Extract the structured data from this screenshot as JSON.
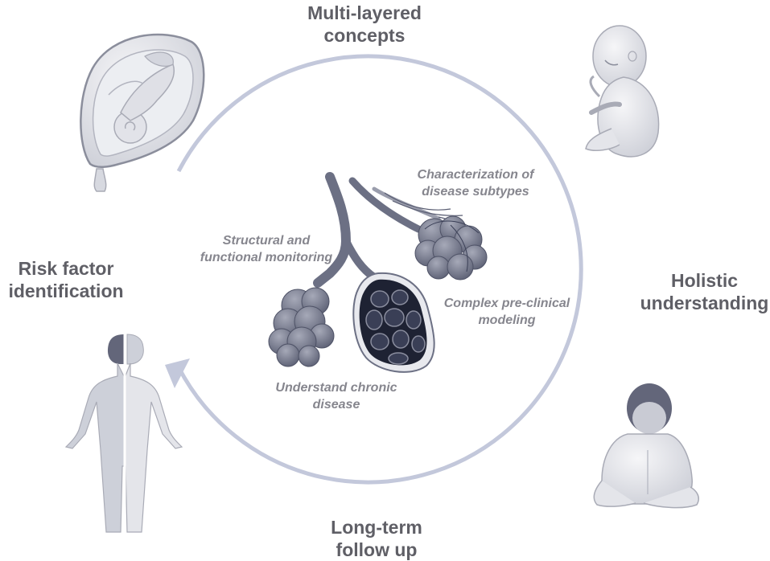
{
  "stages": {
    "top": [
      "Multi-layered",
      "concepts"
    ],
    "right": [
      "Holistic",
      "understanding"
    ],
    "bottom": [
      "Long-term",
      "follow up"
    ],
    "left": [
      "Risk factor",
      "identification"
    ]
  },
  "lung_labels": {
    "subtypes": [
      "Characterization of",
      "disease subtypes"
    ],
    "monitoring": [
      "Structural and",
      "functional monitoring"
    ],
    "modeling": [
      "Complex pre-clinical",
      "modeling"
    ],
    "chronic": [
      "Understand chronic",
      "disease"
    ]
  },
  "colors": {
    "cycle_arrow": "#c3c8db",
    "label_dark": "#5f5f66",
    "label_italic": "#86868e",
    "figure_fill": "#e4e5ea",
    "figure_stroke": "#a9abb6",
    "figure_dark": "#63667a",
    "lung_fill": "#8a8d9e",
    "lung_dark": "#1e2233"
  },
  "illustrations": [
    "pregnant-uterus-illustration",
    "fetus-illustration",
    "seated-child-illustration",
    "adult-body-illustration",
    "lung-alveoli-illustration"
  ]
}
